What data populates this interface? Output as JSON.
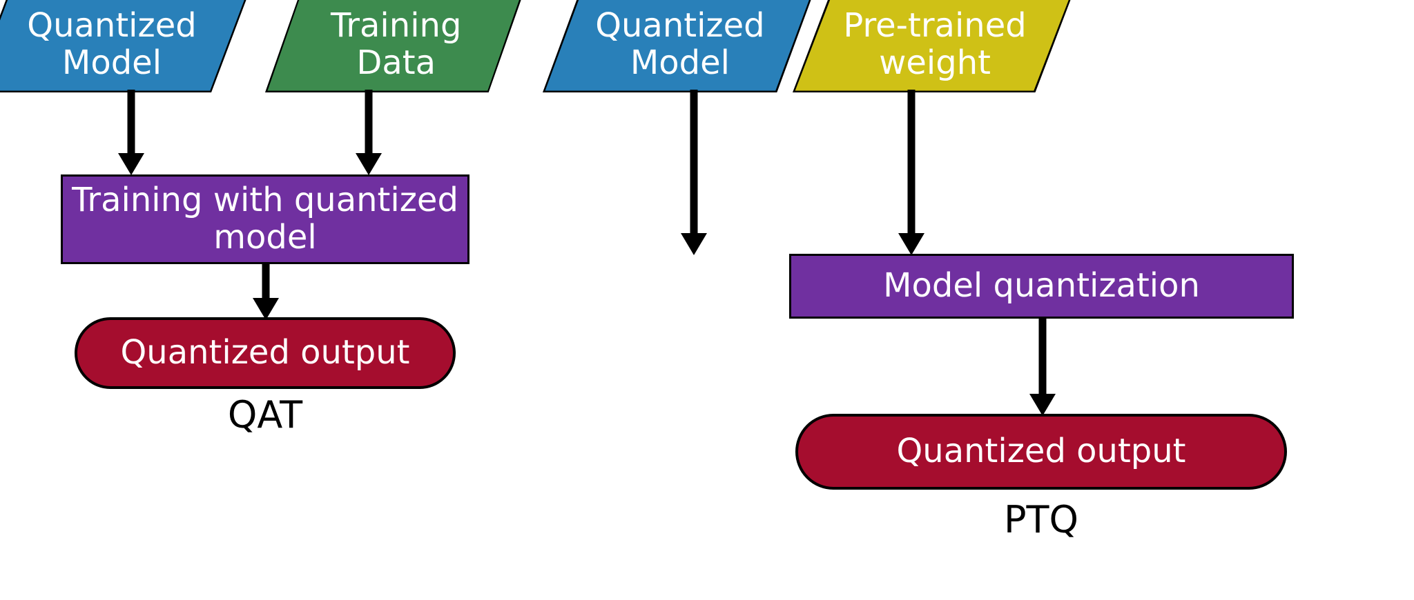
{
  "diagram": {
    "title_hidden": "",
    "colors": {
      "blue": "#2980B9",
      "green": "#3D8B4E",
      "yellow": "#CFC116",
      "purple": "#7030A0",
      "red": "#A50D2E",
      "outline": "#000000",
      "text_on_fill": "#FFFFFF",
      "caption_text": "#000000",
      "background": "#FFFFFF"
    }
  },
  "qat": {
    "caption": "QAT",
    "inputs": [
      {
        "label": "Quantized\nModel",
        "color": "#2980B9",
        "shape": "parallelogram"
      },
      {
        "label": "Training\nData",
        "color": "#3D8B4E",
        "shape": "parallelogram"
      }
    ],
    "process": {
      "label": "Training with quantized\nmodel",
      "color": "#7030A0",
      "shape": "rectangle"
    },
    "output": {
      "label": "Quantized output",
      "color": "#A50D2E",
      "shape": "pill"
    },
    "arrows": [
      {
        "from": "Quantized Model",
        "to": "Training with quantized model"
      },
      {
        "from": "Training Data",
        "to": "Training with quantized model"
      },
      {
        "from": "Training with quantized model",
        "to": "Quantized output"
      }
    ]
  },
  "ptq": {
    "caption": "PTQ",
    "inputs": [
      {
        "label": "Quantized\nModel",
        "color": "#2980B9",
        "shape": "parallelogram"
      },
      {
        "label": "Pre-trained\nweight",
        "color": "#CFC116",
        "shape": "parallelogram"
      }
    ],
    "process": {
      "label": "Model quantization",
      "color": "#7030A0",
      "shape": "rectangle"
    },
    "output": {
      "label": "Quantized output",
      "color": "#A50D2E",
      "shape": "pill"
    },
    "arrows": [
      {
        "from": "Quantized Model",
        "to": "Model quantization"
      },
      {
        "from": "Pre-trained weight",
        "to": "Model quantization"
      },
      {
        "from": "Model quantization",
        "to": "Quantized output"
      }
    ]
  }
}
